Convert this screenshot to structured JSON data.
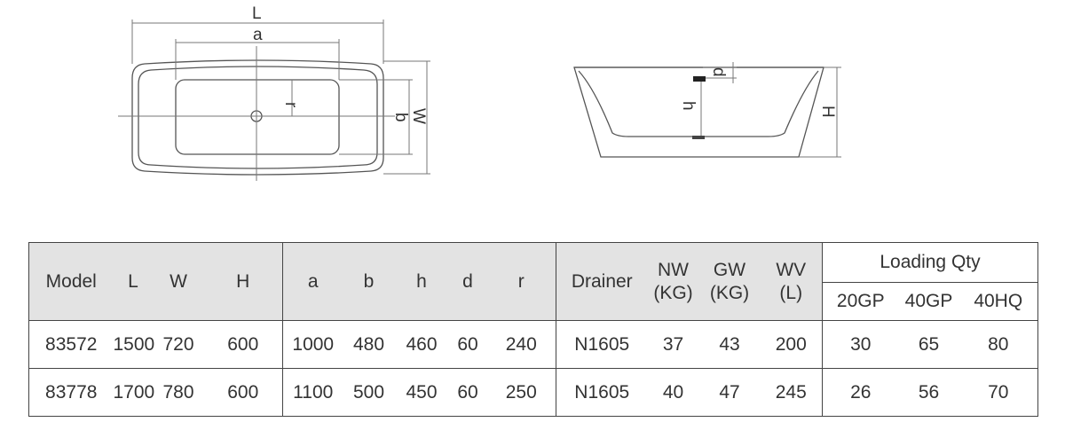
{
  "drawing": {
    "top_view_labels": {
      "L": "L",
      "a": "a",
      "r": "r",
      "b": "b",
      "W": "W"
    },
    "side_view_labels": {
      "d": "d",
      "h": "h",
      "H": "H"
    }
  },
  "table": {
    "headers": {
      "model": "Model",
      "L": "L",
      "W": "W",
      "H": "H",
      "a": "a",
      "b": "b",
      "h": "h",
      "d": "d",
      "r": "r",
      "drainer": "Drainer",
      "nw": "NW",
      "nw_unit": "(KG)",
      "gw": "GW",
      "gw_unit": "(KG)",
      "wv": "WV",
      "wv_unit": "(L)",
      "loading_qty": "Loading Qty",
      "gp20": "20GP",
      "gp40": "40GP",
      "hq40": "40HQ"
    },
    "rows": [
      {
        "model": "83572",
        "L": "1500",
        "W": "720",
        "H": "600",
        "a": "1000",
        "b": "480",
        "h": "460",
        "d": "60",
        "r": "240",
        "drainer": "N1605",
        "nw": "37",
        "gw": "43",
        "wv": "200",
        "gp20": "30",
        "gp40": "65",
        "hq40": "80"
      },
      {
        "model": "83778",
        "L": "1700",
        "W": "780",
        "H": "600",
        "a": "1100",
        "b": "500",
        "h": "450",
        "d": "60",
        "r": "250",
        "drainer": "N1605",
        "nw": "40",
        "gw": "47",
        "wv": "245",
        "gp20": "26",
        "gp40": "56",
        "hq40": "70"
      }
    ]
  }
}
